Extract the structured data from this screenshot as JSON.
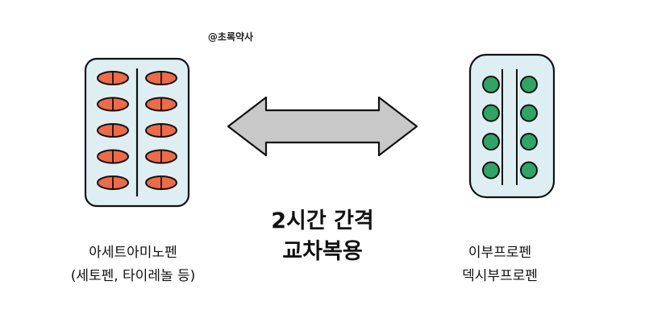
{
  "credit": "@초록약사",
  "center_text": {
    "line1": "2시간 간격",
    "line2": "교차복용"
  },
  "left_label": {
    "line1": "아세트아미노펜",
    "line2": "(세토펜, 타이레놀 등)"
  },
  "right_label": {
    "line1": "이부프로펜",
    "line2": "덱시부프로펜"
  },
  "colors": {
    "pack_fill": "#ddeff3",
    "outline": "#111111",
    "arrow_fill": "#c8c8c8",
    "tablet_orange": "#ef6a45",
    "tablet_green": "#2ea566"
  },
  "left_pack": {
    "rows": 5,
    "columns": 2,
    "tablet_shape": "oval"
  },
  "right_pack": {
    "rows": 4,
    "columns": 2,
    "tablet_shape": "round"
  }
}
